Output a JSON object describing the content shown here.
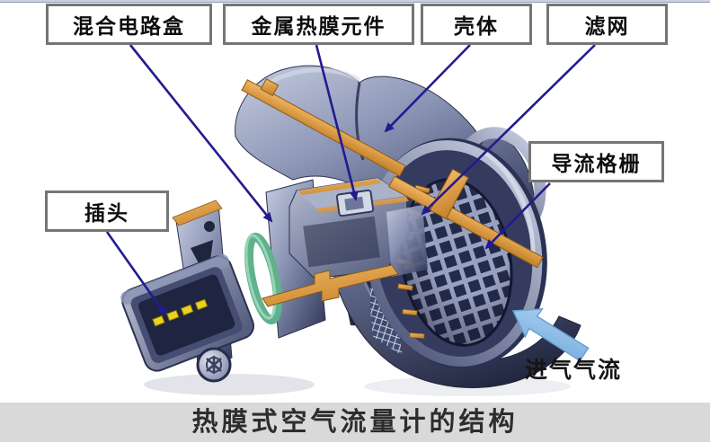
{
  "callouts": [
    {
      "id": "hybrid-circuit-box",
      "label": "混合电路盒"
    },
    {
      "id": "metal-hot-film-element",
      "label": "金属热膜元件"
    },
    {
      "id": "housing",
      "label": "壳体"
    },
    {
      "id": "filter-screen",
      "label": "滤网"
    },
    {
      "id": "flow-straightener-grid",
      "label": "导流格栅"
    },
    {
      "id": "plug",
      "label": "插头"
    }
  ],
  "airflow": {
    "label": "进气气流"
  },
  "caption": {
    "title": "热膜式空气流量计的结构"
  },
  "colors": {
    "leader_line": "#231a8f",
    "label_border": "#757575",
    "cut_surface_orange": "#d9973f",
    "body_blue_gray": "#7b84a8",
    "grille_dark": "#242a4a",
    "seal_ring_green": "#5fb28c",
    "pin_yellow": "#ead31f",
    "airflow_arrow_blue": "#8ec1ea",
    "caption_band": "#d9d9d9"
  }
}
